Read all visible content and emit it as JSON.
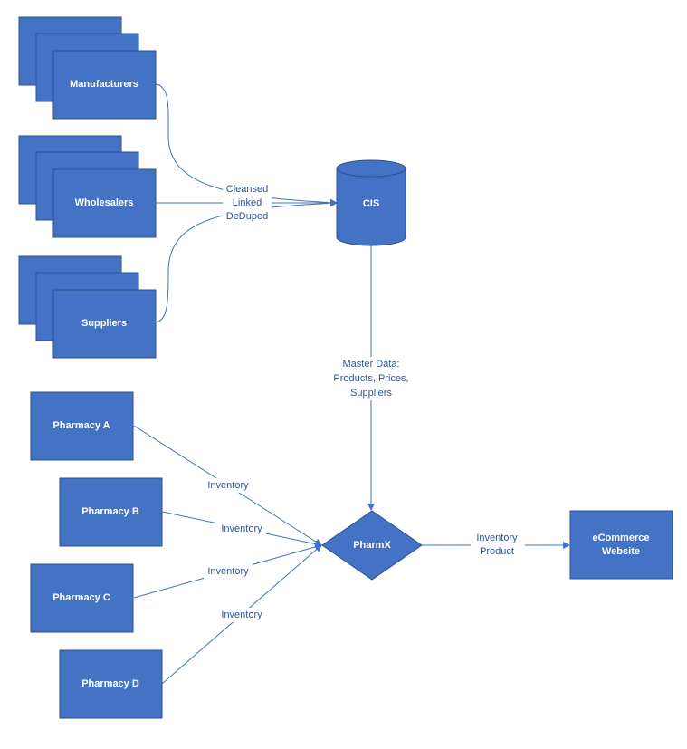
{
  "nodes": {
    "manufacturers": "Manufacturers",
    "wholesalers": "Wholesalers",
    "suppliers": "Suppliers",
    "cis": "CIS",
    "pharmacy_a": "Pharmacy A",
    "pharmacy_b": "Pharmacy B",
    "pharmacy_c": "Pharmacy C",
    "pharmacy_d": "Pharmacy D",
    "pharmx": "PharmX",
    "ecommerce": [
      "eCommerce",
      "Website"
    ]
  },
  "edge_labels": {
    "cis_input": [
      "Cleansed",
      "Linked",
      "DeDuped"
    ],
    "master_data": [
      "Master Data:",
      "Products, Prices,",
      "Suppliers"
    ],
    "inventory_a": "Inventory",
    "inventory_b": "Inventory",
    "inventory_c": "Inventory",
    "inventory_d": "Inventory",
    "pharmx_output": [
      "Inventory",
      "Product"
    ]
  },
  "colors": {
    "shape_fill": "#4472c4",
    "shape_stroke": "#2f528f",
    "line": "#4472c4",
    "label_text": "#2f5597"
  }
}
